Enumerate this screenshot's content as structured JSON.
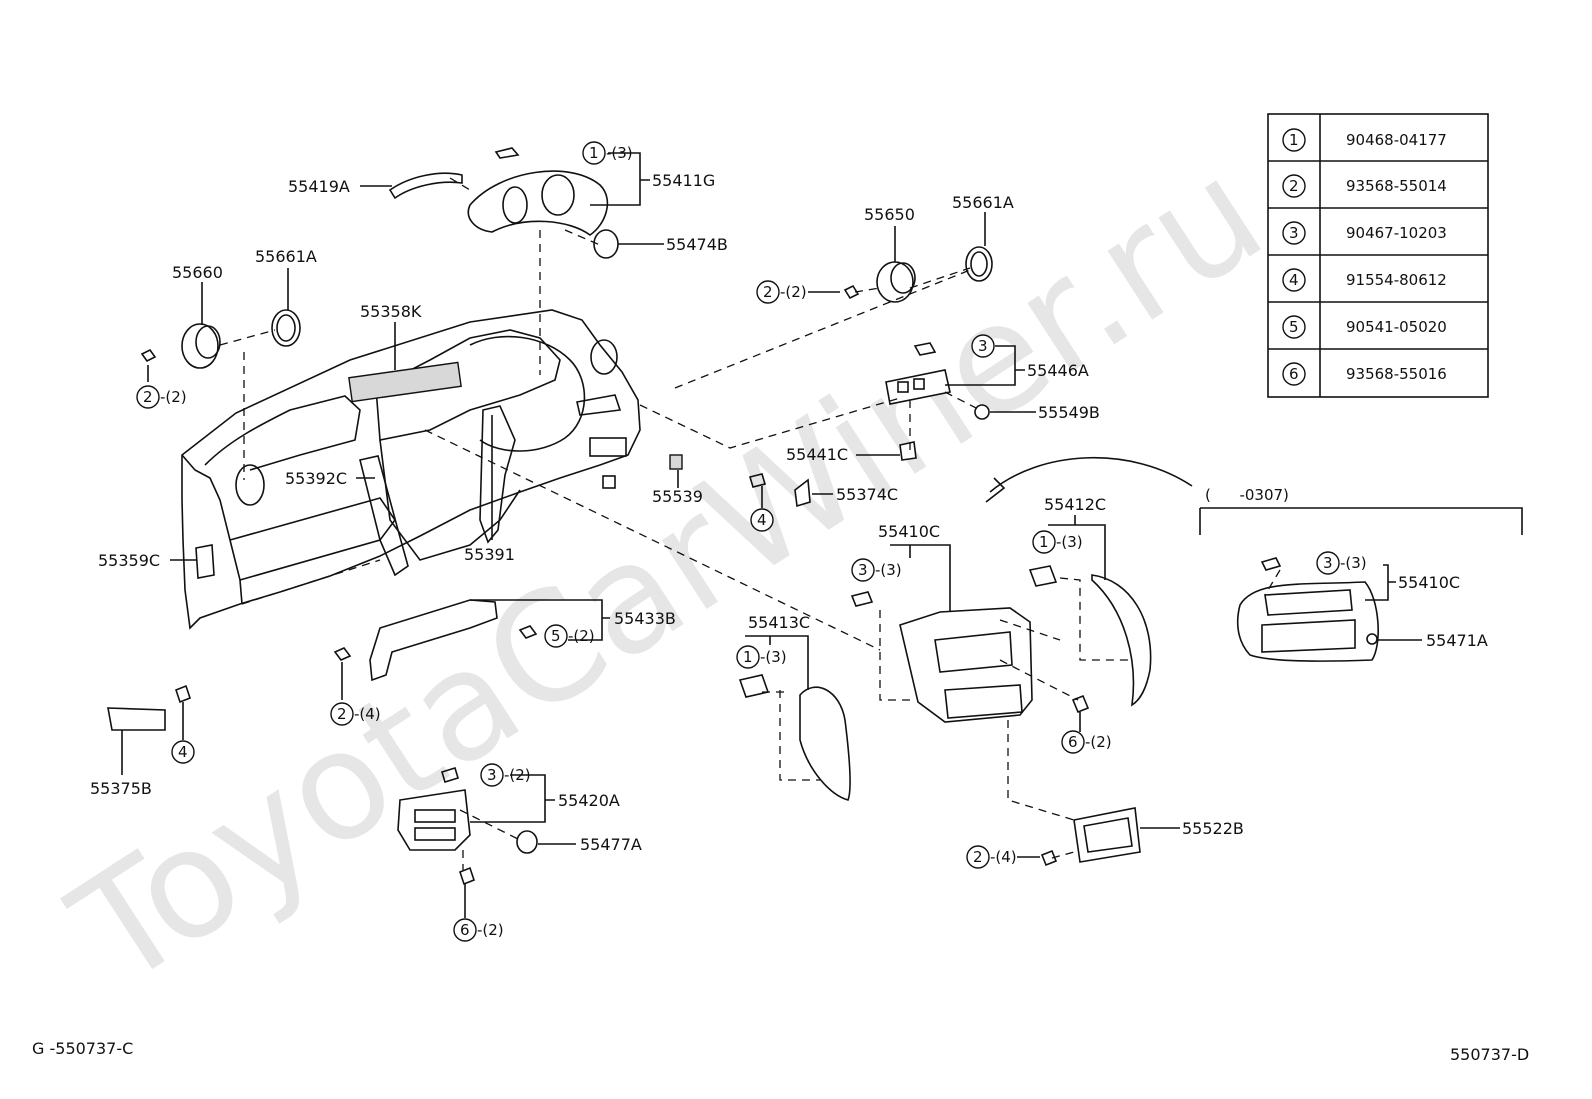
{
  "watermark": "ToyotaCarWiner.ru",
  "footer": {
    "left": "G -550737-C",
    "right": "550737-D"
  },
  "legend": [
    {
      "num": "1",
      "code": "90468-04177"
    },
    {
      "num": "2",
      "code": "93568-55014"
    },
    {
      "num": "3",
      "code": "90467-10203"
    },
    {
      "num": "4",
      "code": "91554-80612"
    },
    {
      "num": "5",
      "code": "90541-05020"
    },
    {
      "num": "6",
      "code": "93568-55016"
    }
  ],
  "variant_range": "(      -0307)",
  "part_labels": [
    "55419A",
    "55411G",
    "55474B",
    "55660",
    "55661A",
    "55650",
    "55661A",
    "55358K",
    "55446A",
    "55549B",
    "55441C",
    "55392C",
    "55539",
    "55374C",
    "55359C",
    "55391",
    "55412C",
    "55410C",
    "55410C",
    "55471A",
    "55433B",
    "55413C",
    "55375B",
    "55420A",
    "55477A",
    "55522B"
  ],
  "qty": {
    "q3": "-(3)",
    "q2": "-(2)",
    "q4": "-(4)"
  }
}
